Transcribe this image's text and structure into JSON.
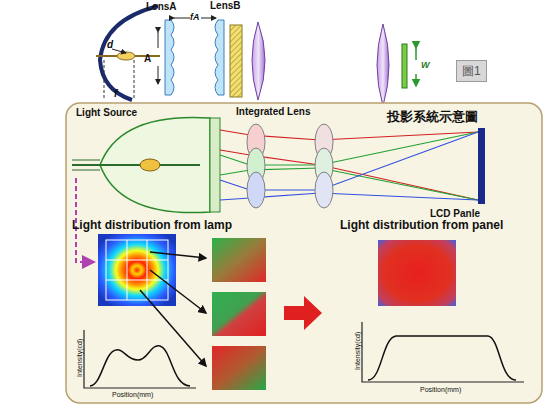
{
  "diagram": {
    "nodes": [
      {
        "text": [
          "圖1"
        ]
      }
    ],
    "labels": [
      "LensA",
      "LensB",
      "fA",
      "d",
      "A",
      "f",
      "W",
      "Light Source",
      "Integrated Lens",
      "投影系統示意圖",
      "LCD Panle",
      "Light distribution from lamp",
      "Light distribution from panel",
      "Intensity(cd)",
      "Position(mm)",
      "Intensity(cd)",
      "Position(mm)"
    ]
  }
}
